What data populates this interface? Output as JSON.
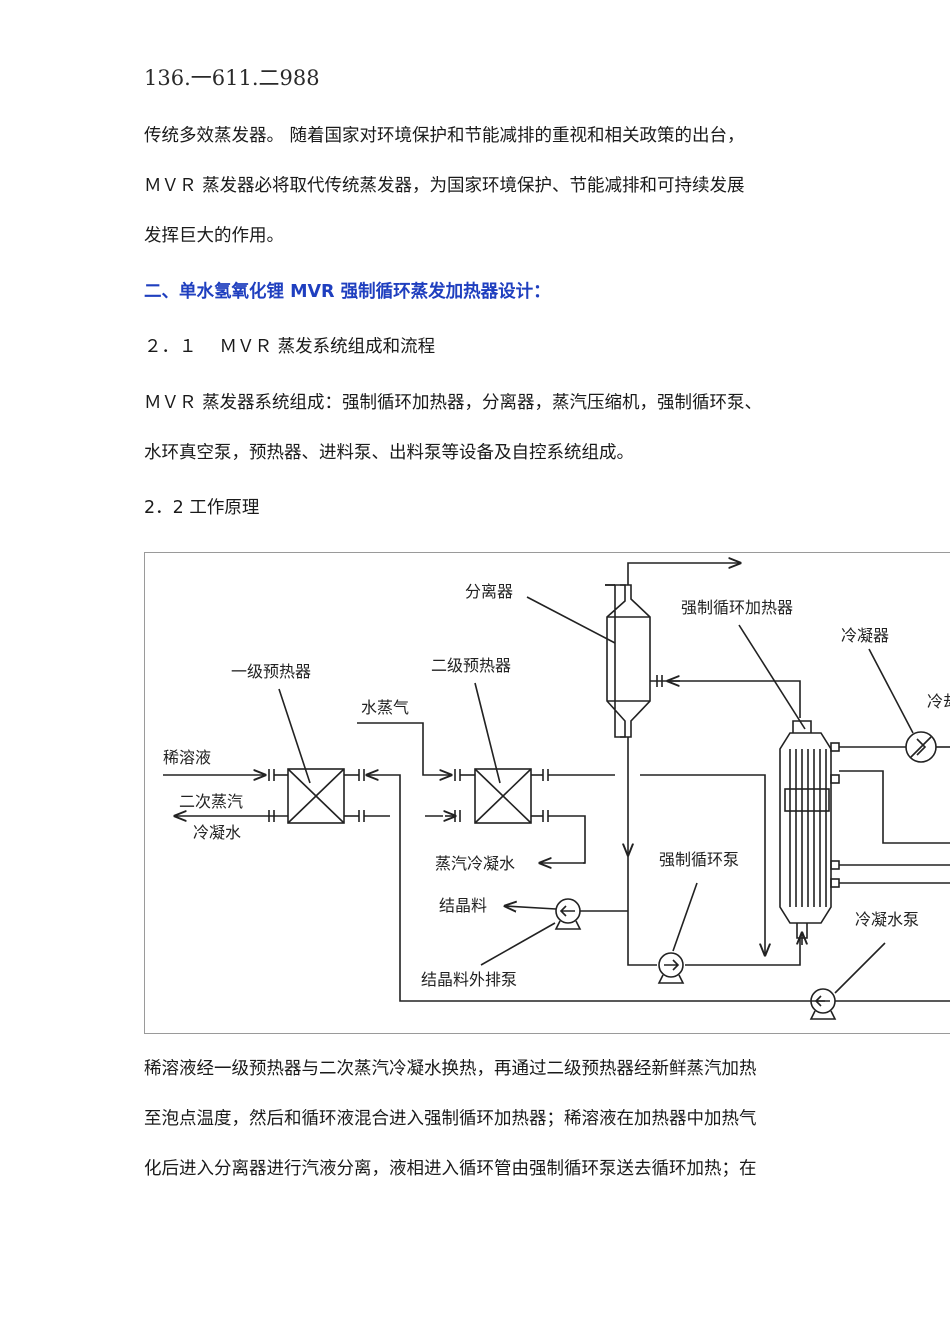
{
  "top_number": "136.一611.二988",
  "paragraphs": {
    "intro": [
      "传统多效蒸发器。 随着国家对环境保护和节能减排的重视和相关政策的出台，",
      "ＭＶＲ 蒸发器必将取代传统蒸发器，为国家环境保护、节能减排和可持续发展",
      "发挥巨大的作用。"
    ],
    "section_heading": "二、单水氢氧化锂 MVR 强制循环蒸发加热器设计：",
    "sub_2_1": "２．１　 ＭＶＲ 蒸发系统组成和流程",
    "system": [
      "ＭＶＲ 蒸发器系统组成：强制循环加热器，分离器，蒸汽压缩机，强制循环泵、",
      "水环真空泵，预热器、进料泵、出料泵等设备及自控系统组成。"
    ],
    "sub_2_2": "2．2 工作原理",
    "process": [
      "稀溶液经一级预热器与二次蒸汽冷凝水换热，再通过二级预热器经新鲜蒸汽加热",
      "至泡点温度，然后和循环液混合进入强制循环加热器；稀溶液在加热器中加热气",
      "化后进入分离器进行汽液分离，液相进入循环管由强制循环泵送去循环加热；在"
    ]
  },
  "diagram": {
    "labels": {
      "separator": "分离器",
      "forced_heater": "强制循环加热器",
      "condenser": "冷凝器",
      "condenser_cut": "冷却",
      "preheater_1": "一级预热器",
      "preheater_2": "二级预热器",
      "steam": "水蒸气",
      "dilute": "稀溶液",
      "secondary_steam": "二次蒸汽",
      "condensate": "冷凝水",
      "steam_condensate": "蒸汽冷凝水",
      "forced_pump": "强制循环泵",
      "crystal": "结晶料",
      "crystal_pump": "结晶料外排泵",
      "condensate_pump": "冷凝水泵"
    }
  }
}
